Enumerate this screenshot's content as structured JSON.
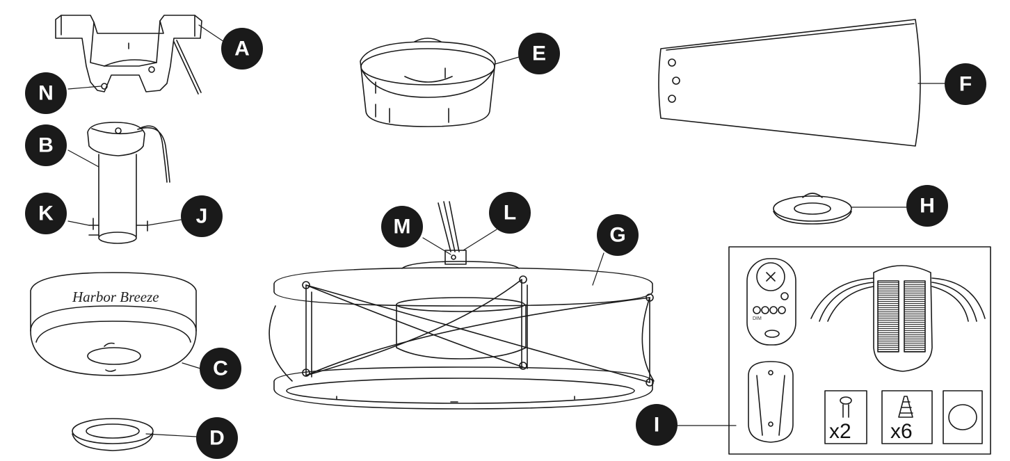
{
  "labels": {
    "A": "A",
    "B": "B",
    "C": "C",
    "D": "D",
    "E": "E",
    "F": "F",
    "G": "G",
    "H": "H",
    "I": "I",
    "J": "J",
    "K": "K",
    "L": "L",
    "M": "M",
    "N": "N"
  },
  "brand_text": "Harbor Breeze",
  "kit": {
    "screw_qty": "x2",
    "wire_nut_qty": "x6",
    "dim_label": "DIM"
  },
  "colors": {
    "label_fill": "#1a1a1a",
    "line": "#1a1a1a"
  }
}
